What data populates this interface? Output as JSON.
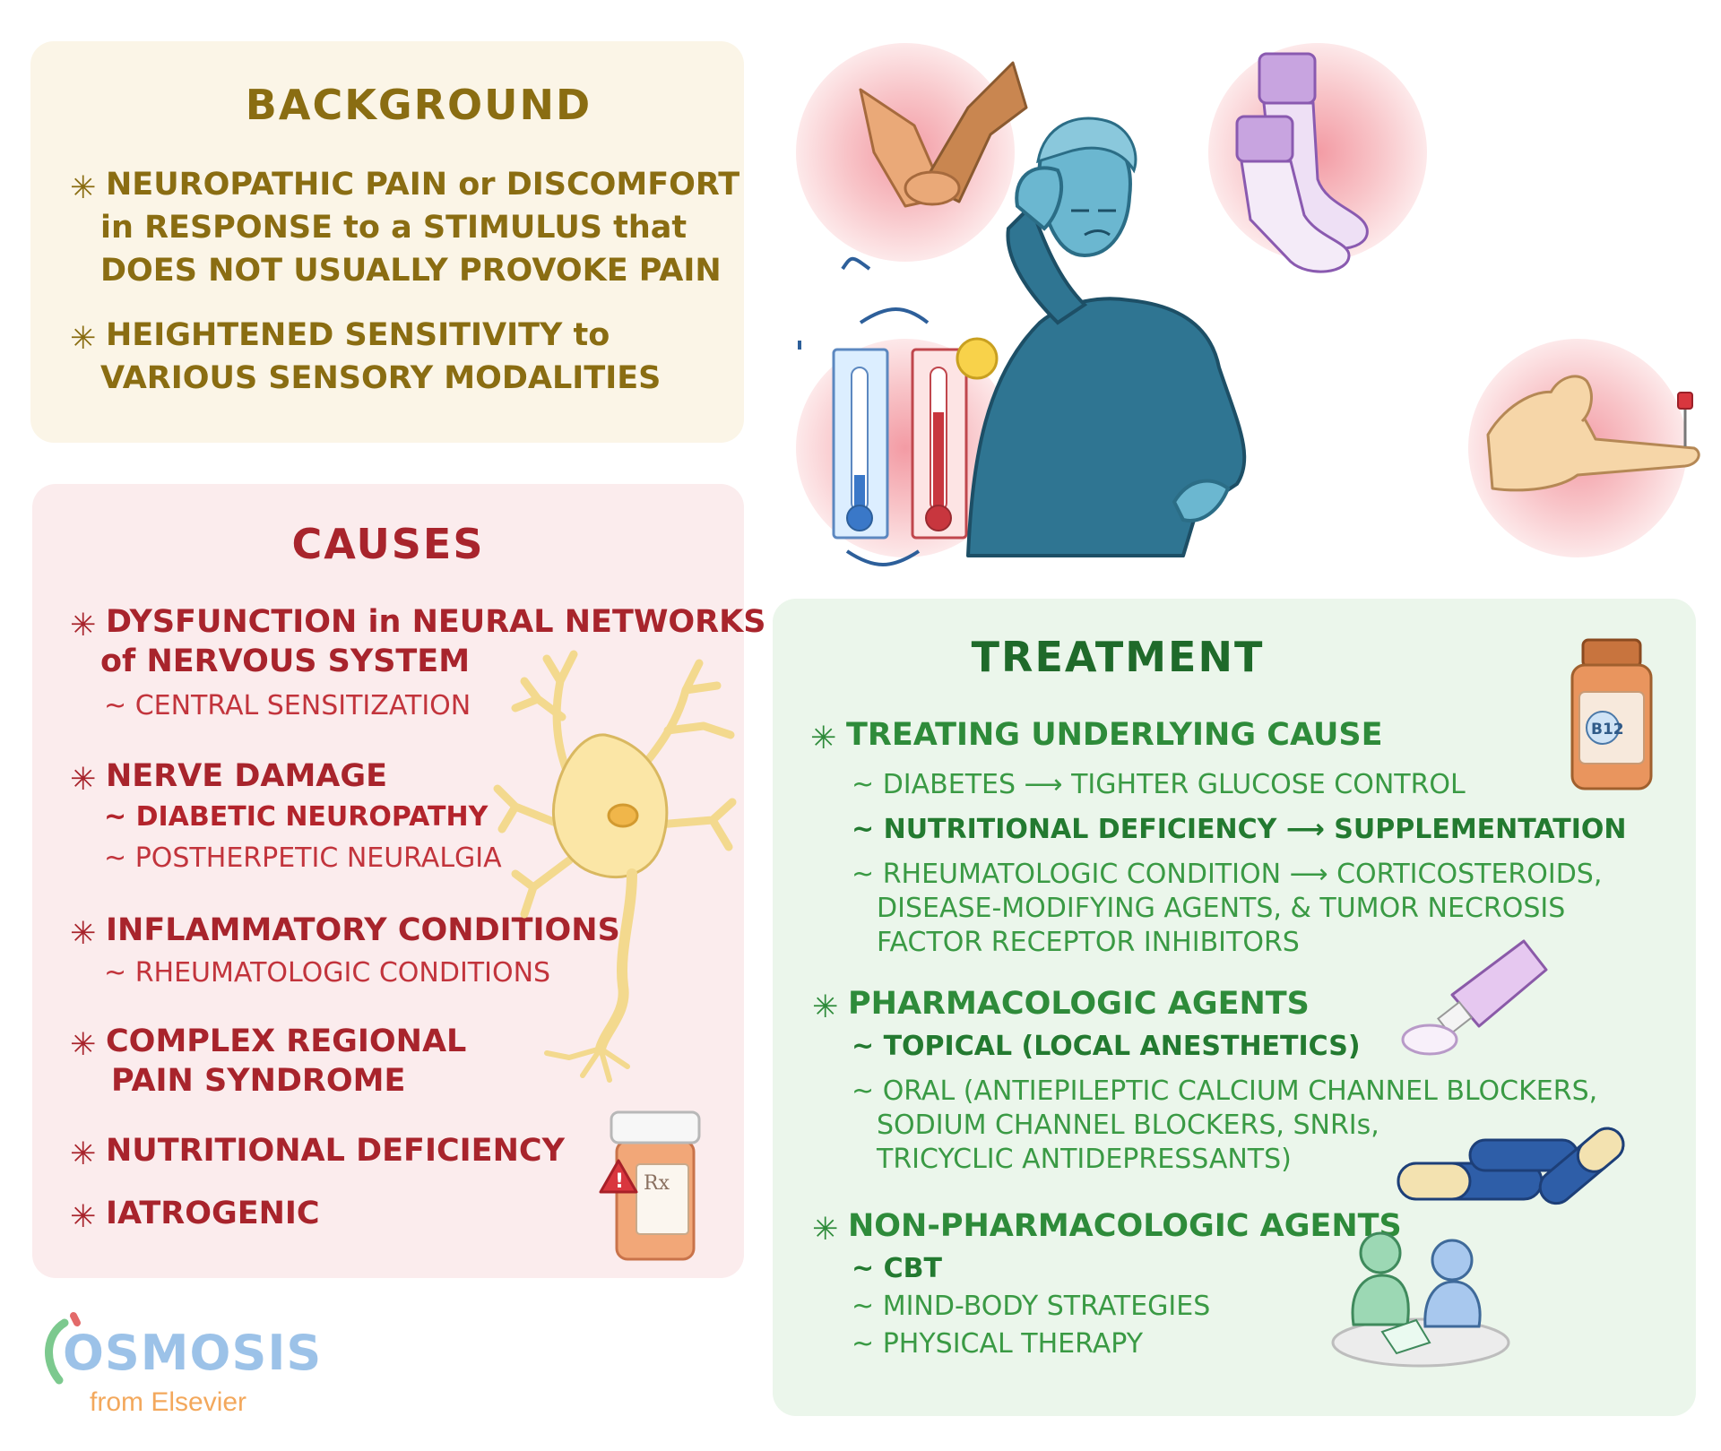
{
  "background": {
    "title": "BACKGROUND",
    "bullets": [
      [
        "NEUROPATHIC PAIN or DISCOMFORT",
        "in RESPONSE to a STIMULUS that",
        "DOES NOT USUALLY PROVOKE PAIN"
      ],
      [
        "HEIGHTENED SENSITIVITY to",
        "VARIOUS SENSORY MODALITIES"
      ]
    ]
  },
  "causes": {
    "title": "CAUSES",
    "items": [
      {
        "lines": [
          "DYSFUNCTION in NEURAL NETWORKS",
          "of NERVOUS SYSTEM"
        ],
        "subs": [
          "CENTRAL SENSITIZATION"
        ]
      },
      {
        "lines": [
          "NERVE DAMAGE"
        ],
        "subs": [
          "DIABETIC NEUROPATHY",
          "POSTHERPETIC NEURALGIA"
        ]
      },
      {
        "lines": [
          "INFLAMMATORY CONDITIONS"
        ],
        "subs": [
          "RHEUMATOLOGIC CONDITIONS"
        ]
      },
      {
        "lines": [
          "COMPLEX REGIONAL",
          "PAIN SYNDROME"
        ],
        "subs": []
      },
      {
        "lines": [
          "NUTRITIONAL DEFICIENCY"
        ],
        "subs": []
      },
      {
        "lines": [
          "IATROGENIC"
        ],
        "subs": []
      }
    ]
  },
  "treatment": {
    "title": "TREATMENT",
    "sections": [
      {
        "heading": "TREATING UNDERLYING CAUSE",
        "subs": [
          [
            "DIABETES ⟶ TIGHTER GLUCOSE CONTROL"
          ],
          [
            "NUTRITIONAL DEFICIENCY ⟶ SUPPLEMENTATION"
          ],
          [
            "RHEUMATOLOGIC CONDITION ⟶ CORTICOSTEROIDS,",
            "DISEASE-MODIFYING AGENTS,  & TUMOR NECROSIS",
            "FACTOR RECEPTOR INHIBITORS"
          ]
        ]
      },
      {
        "heading": "PHARMACOLOGIC AGENTS",
        "subs": [
          [
            "TOPICAL (LOCAL ANESTHETICS)"
          ],
          [
            "ORAL (ANTIEPILEPTIC CALCIUM CHANNEL BLOCKERS,",
            "SODIUM CHANNEL BLOCKERS, SNRIs,",
            "TRICYCLIC ANTIDEPRESSANTS)"
          ]
        ]
      },
      {
        "heading": "NON-PHARMACOLOGIC AGENTS",
        "subs": [
          [
            "CBT"
          ],
          [
            "MIND-BODY STRATEGIES"
          ],
          [
            "PHYSICAL THERAPY"
          ]
        ]
      }
    ]
  },
  "labels": {
    "bottle_label": "B12",
    "rx_label": "Rx"
  },
  "logo": {
    "name": "OSMOSIS",
    "sub": "from Elsevier"
  },
  "colors": {
    "background_text": "#8a6d12",
    "causes_text": "#a8242c",
    "treatment_text": "#2e8b3a",
    "logo_blue": "#9cc2e8",
    "logo_orange": "#f3a85c"
  }
}
